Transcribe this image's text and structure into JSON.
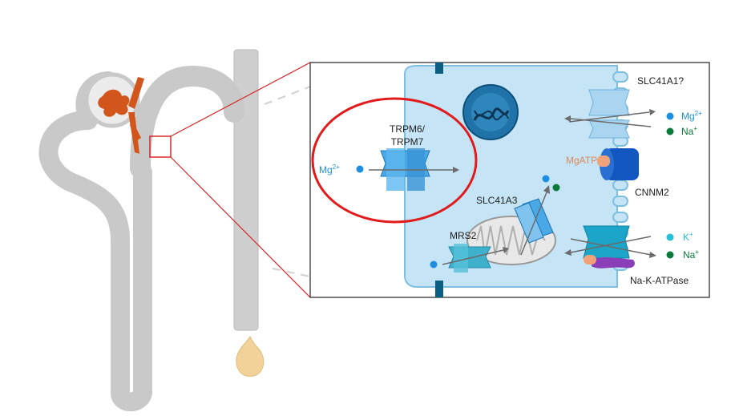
{
  "colors": {
    "cell_fill": "#c5e4f5",
    "cell_edge": "#7fc0e0",
    "membrane": "#0c5f83",
    "tubule": "#c9c9c9",
    "glomerulus_vessels": "#d2561c",
    "callout_line": "#d62828",
    "focus_circle": "#e11b1b",
    "mg_ion": "#1e8fe0",
    "na_ion": "#0a7a3a",
    "k_ion": "#23c0d8",
    "channel": "#4aa8e6",
    "cnnm2": "#1257c0",
    "mgatp": "#f2a27a",
    "atpase_beta": "#8a3fb8",
    "collecting_duct_drop": "#f1d39a"
  },
  "icons": {
    "nucleus": "nucleus-icon",
    "mitochondrion": "mitochondrion-icon",
    "ion": "ion-dot-icon"
  },
  "labels": {
    "trpm": "TRPM6/\nTRPM7",
    "mg_left": "Mg",
    "mg_left_sup": "2+",
    "slc41a1": "SLC41A1?",
    "slc41a1_mg": "Mg",
    "slc41a1_mg_sup": "2+",
    "slc41a1_na": "Na",
    "slc41a1_na_sup": "+",
    "mgatp": "MgATP",
    "cnnm2": "CNNM2",
    "slc41a3": "SLC41A3",
    "mrs2": "MRS2",
    "atpase_k": "K",
    "atpase_k_sup": "+",
    "atpase_na": "Na",
    "atpase_na_sup": "+",
    "na_k_atpase": "Na-K-ATPase"
  }
}
